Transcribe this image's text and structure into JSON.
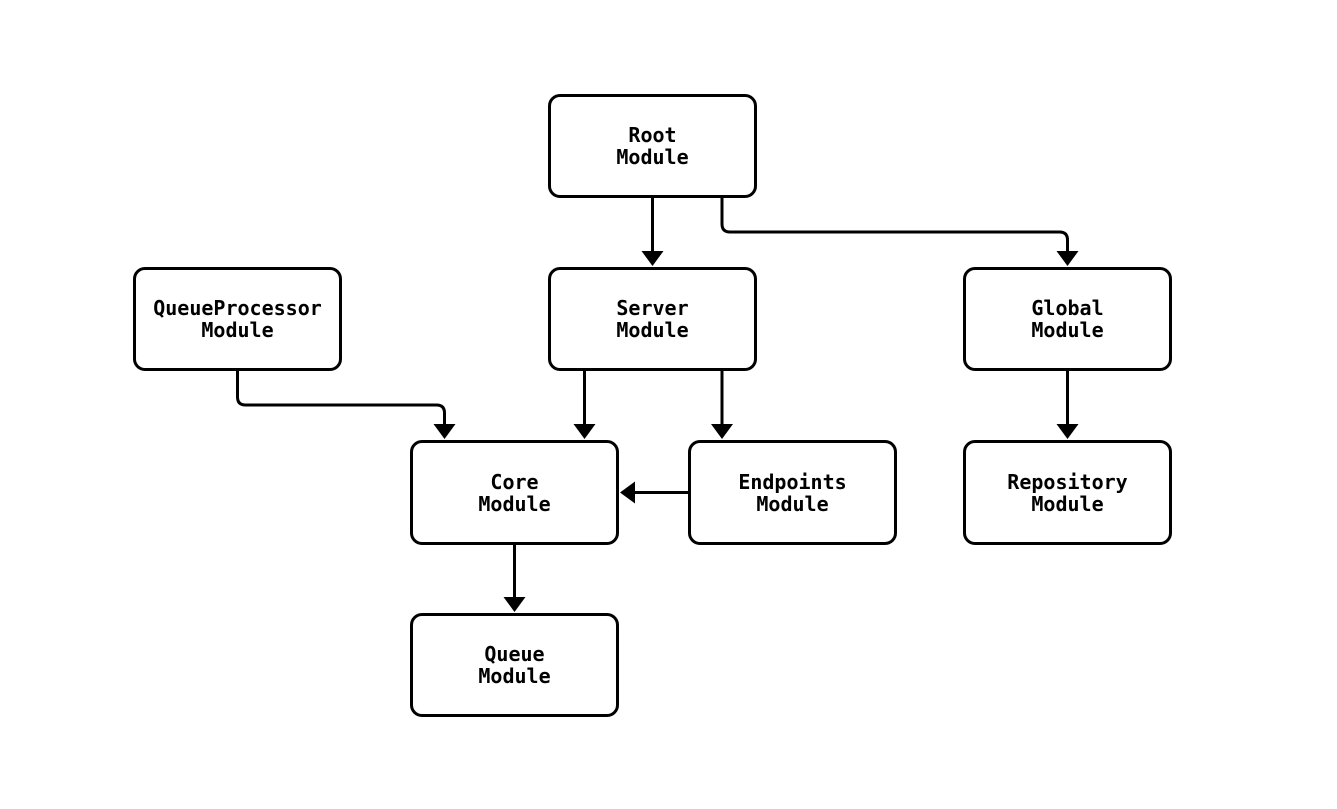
{
  "diagram": {
    "type": "module-dependency-flowchart",
    "background_color": "#ffffff",
    "node_fill_color": "#ffffff",
    "stroke_color": "#000000",
    "nodes": [
      {
        "id": "RootModule",
        "label": "Root\nModule"
      },
      {
        "id": "ServerModule",
        "label": "Server\nModule"
      },
      {
        "id": "GlobalModule",
        "label": "Global\nModule"
      },
      {
        "id": "QueueProcessorModule",
        "label": "QueueProcessor\nModule"
      },
      {
        "id": "CoreModule",
        "label": "Core\nModule"
      },
      {
        "id": "EndpointsModule",
        "label": "Endpoints\nModule"
      },
      {
        "id": "RepositoryModule",
        "label": "Repository\nModule"
      },
      {
        "id": "QueueModule",
        "label": "Queue\nModule"
      }
    ],
    "edges": [
      {
        "from": "RootModule",
        "to": "ServerModule"
      },
      {
        "from": "RootModule",
        "to": "GlobalModule"
      },
      {
        "from": "QueueProcessorModule",
        "to": "CoreModule"
      },
      {
        "from": "ServerModule",
        "to": "CoreModule"
      },
      {
        "from": "ServerModule",
        "to": "EndpointsModule"
      },
      {
        "from": "EndpointsModule",
        "to": "CoreModule"
      },
      {
        "from": "GlobalModule",
        "to": "RepositoryModule"
      },
      {
        "from": "CoreModule",
        "to": "QueueModule"
      }
    ]
  }
}
